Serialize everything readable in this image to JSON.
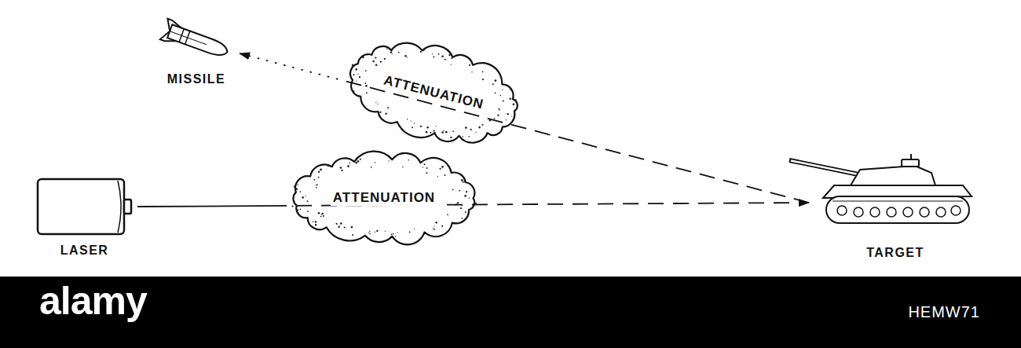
{
  "diagram": {
    "nodes": [
      {
        "text": [
          "MISSILE"
        ]
      },
      {
        "text": [
          "ATTENUATION"
        ]
      },
      {
        "text": [
          "ATTENUATION"
        ]
      },
      {
        "text": [
          "LASER"
        ]
      },
      {
        "text": [
          "TARGET"
        ]
      }
    ],
    "edges": [
      {
        "from": 3,
        "to": 4,
        "arrow": "to"
      },
      {
        "from": 4,
        "to": 0,
        "arrow": "to"
      }
    ],
    "labels": [
      "alamy",
      "HEMW71"
    ]
  }
}
